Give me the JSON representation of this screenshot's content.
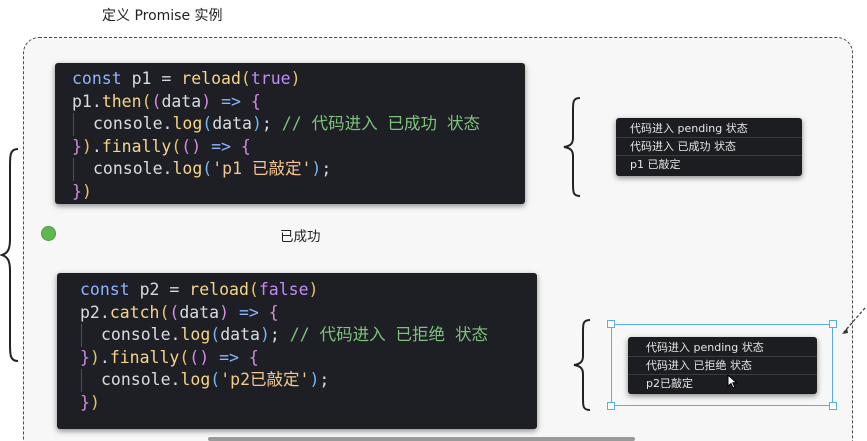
{
  "page_title": "定义 Promise 实例",
  "code1": {
    "l1": {
      "kw": "const",
      "var": "p1",
      "op": "=",
      "fn": "reload",
      "open": "(",
      "arg": "true",
      "close": ")"
    },
    "l2": {
      "var": "p1",
      "dot": ".",
      "fn": "then",
      "p1": "(",
      "p2": "(",
      "arg": "data",
      "p2c": ")",
      "arrow": "=>",
      "brace": "{"
    },
    "l3": {
      "obj": "console",
      "dot": ".",
      "fn": "log",
      "open": "(",
      "arg": "data",
      "close": ")",
      "semi": ";",
      "comment": "// 代码进入 已成功 状态"
    },
    "l4": {
      "brace": "}",
      "pc": ")",
      "dot": ".",
      "fn": "finally",
      "p1": "(",
      "p2": "(",
      "p2c": ")",
      "arrow": "=>",
      "open": "{"
    },
    "l5": {
      "obj": "console",
      "dot": ".",
      "fn": "log",
      "open": "(",
      "str": "'p1 已敲定'",
      "close": ")",
      "semi": ";"
    },
    "l6": {
      "brace": "}",
      "pc": ")"
    }
  },
  "code2": {
    "l1": {
      "kw": "const",
      "var": "p2",
      "op": "=",
      "fn": "reload",
      "open": "(",
      "arg": "false",
      "close": ")"
    },
    "l2": {
      "var": "p2",
      "dot": ".",
      "fn": "catch",
      "p1": "(",
      "p2": "(",
      "arg": "data",
      "p2c": ")",
      "arrow": "=>",
      "brace": "{"
    },
    "l3": {
      "obj": "console",
      "dot": ".",
      "fn": "log",
      "open": "(",
      "arg": "data",
      "close": ")",
      "semi": ";",
      "comment": "// 代码进入 已拒绝 状态"
    },
    "l4": {
      "brace": "}",
      "pc": ")",
      "dot": ".",
      "fn": "finally",
      "p1": "(",
      "p2": "(",
      "p2c": ")",
      "arrow": "=>",
      "open": "{"
    },
    "l5": {
      "obj": "console",
      "dot": ".",
      "fn": "log",
      "open": "(",
      "str": "'p2已敲定'",
      "close": ")",
      "semi": ";"
    },
    "l6": {
      "brace": "}",
      "pc": ")"
    }
  },
  "status": {
    "label": "已成功",
    "color": "#5fb84f"
  },
  "console1": [
    "代码进入 pending 状态",
    "代码进入 已成功 状态",
    "p1 已敲定"
  ],
  "console2": [
    "代码进入 pending 状态",
    "代码进入 已拒绝 状态",
    "p2已敲定"
  ],
  "colors": {
    "selection": "#5aaee8",
    "code_bg": "#1e1f24"
  }
}
